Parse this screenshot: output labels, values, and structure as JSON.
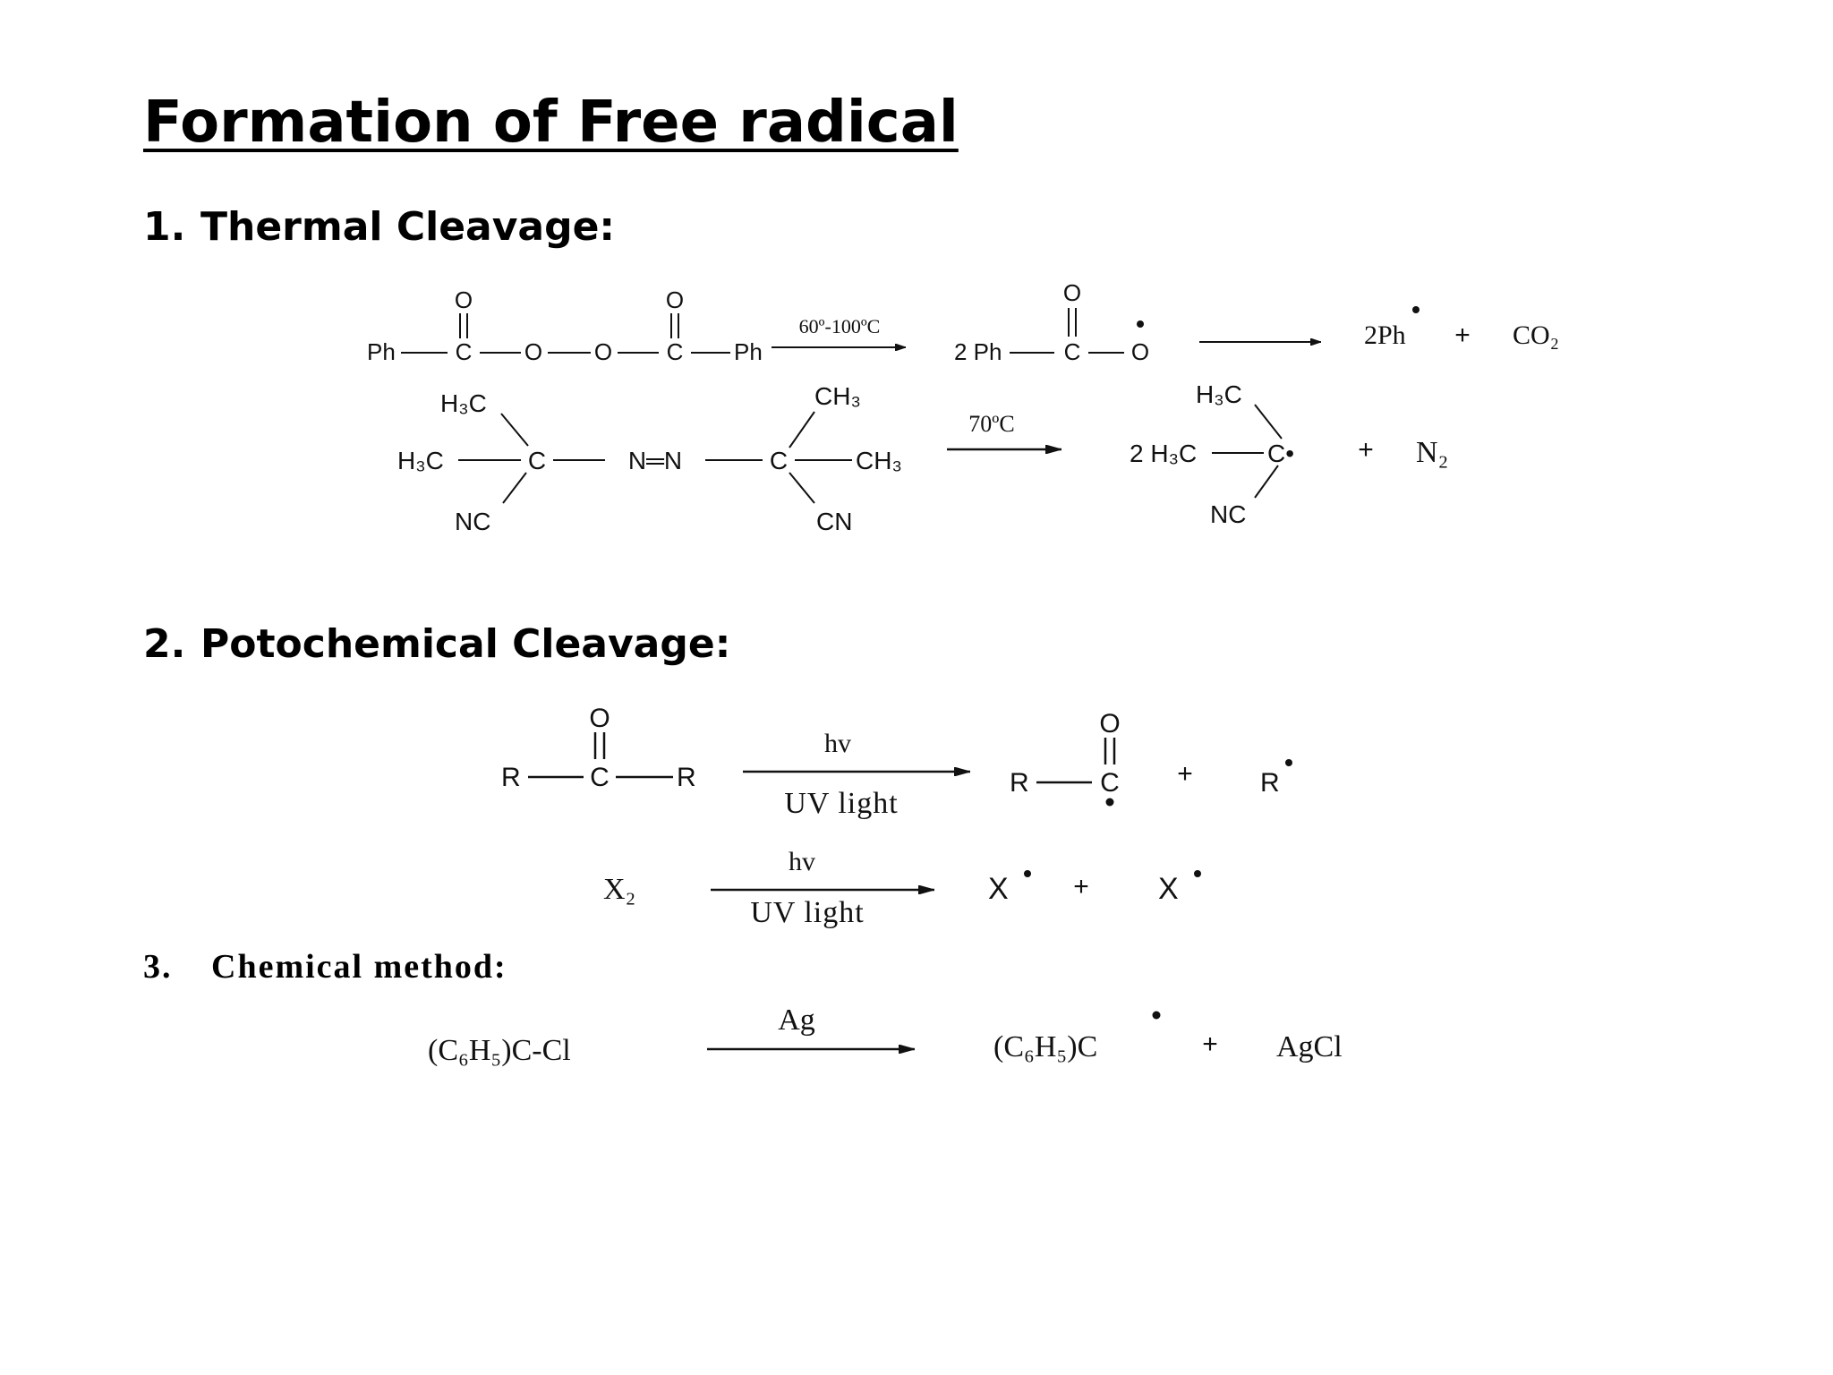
{
  "title": "Formation of Free radical",
  "sections": [
    {
      "number": "1.",
      "heading": "Thermal Cleavage:"
    },
    {
      "number": "2.",
      "heading": "Potochemical Cleavage:"
    },
    {
      "number": "3.",
      "heading": "Chemical method:"
    }
  ],
  "reactions": {
    "peroxide": {
      "reactant_ph_left": "Ph",
      "reactant_ph_right": "Ph",
      "carbonyl_atoms": [
        "O",
        "C"
      ],
      "peroxide_oxygens": [
        "O",
        "O"
      ],
      "condition": "60º-100ºC",
      "intermediate_coeff": "2 Ph",
      "intermediate_atoms": [
        "O",
        "C",
        "O"
      ],
      "product_1": "2Ph",
      "plus": "+",
      "product_2": "CO₂"
    },
    "azo": {
      "methyl_top_left": "H₃C",
      "methyl_left": "H₃C",
      "nitrile_left": "NC",
      "carbon": "C",
      "azo": "N═N",
      "methyl_top_right": "CH₃",
      "methyl_right": "CH₃",
      "nitrile_right": "CN",
      "condition": "70ºC",
      "product_methyl_top": "H₃C",
      "product_prefix": "2 H₃C",
      "product_carbon": "C•",
      "product_nitrile": "NC",
      "plus": "+",
      "product_2": "N₂"
    },
    "ketone": {
      "reactant_r_left": "R",
      "reactant_c": "C",
      "reactant_r_right": "R",
      "oxygen": "O",
      "above_arrow": "hv",
      "below_arrow": "UV light",
      "product_r": "R",
      "product_c": "C",
      "product_o": "O",
      "plus": "+",
      "product_2": "R"
    },
    "halogen": {
      "reactant": "X₂",
      "above_arrow": "hv",
      "below_arrow": "UV light",
      "product_1": "X",
      "plus": "+",
      "product_2": "X"
    },
    "silver": {
      "reactant": "(C₆H₅)C-Cl",
      "above_arrow": "Ag",
      "product_1": "(C₆H₅)C",
      "plus": "+",
      "product_2": "AgCl"
    }
  }
}
